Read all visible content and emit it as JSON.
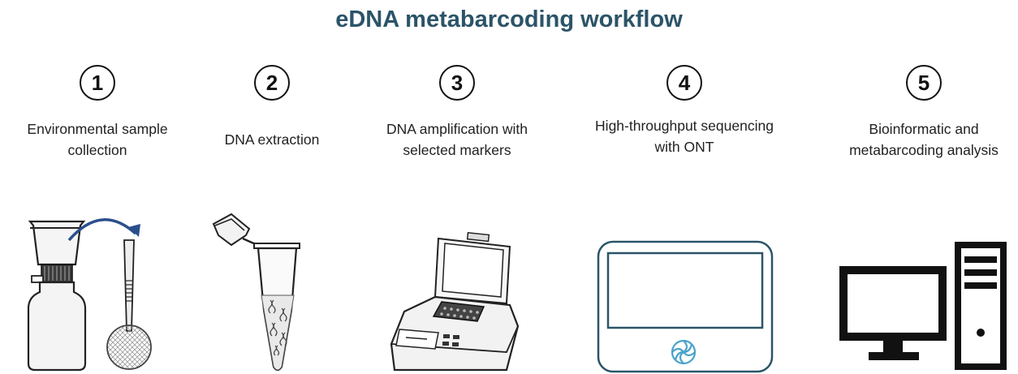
{
  "title": "eDNA metabarcoding workflow",
  "steps": [
    {
      "number": "1",
      "label": "Environmental sample\ncollection",
      "icon": "filter-funnel-forceps-icon"
    },
    {
      "number": "2",
      "label": "DNA extraction",
      "icon": "microcentrifuge-tube-icon"
    },
    {
      "number": "3",
      "label": "DNA amplification with\nselected markers",
      "icon": "thermocycler-icon"
    },
    {
      "number": "4",
      "label": "High-throughput sequencing\nwith ONT",
      "icon": "sequencer-device-icon"
    },
    {
      "number": "5",
      "label": "Bioinformatic and\nmetabarcoding analysis",
      "icon": "desktop-computer-icon"
    }
  ],
  "colors": {
    "title": "#2b5468",
    "arrow": "#2a4f8c",
    "ont_logo": "#4aa3c9"
  }
}
